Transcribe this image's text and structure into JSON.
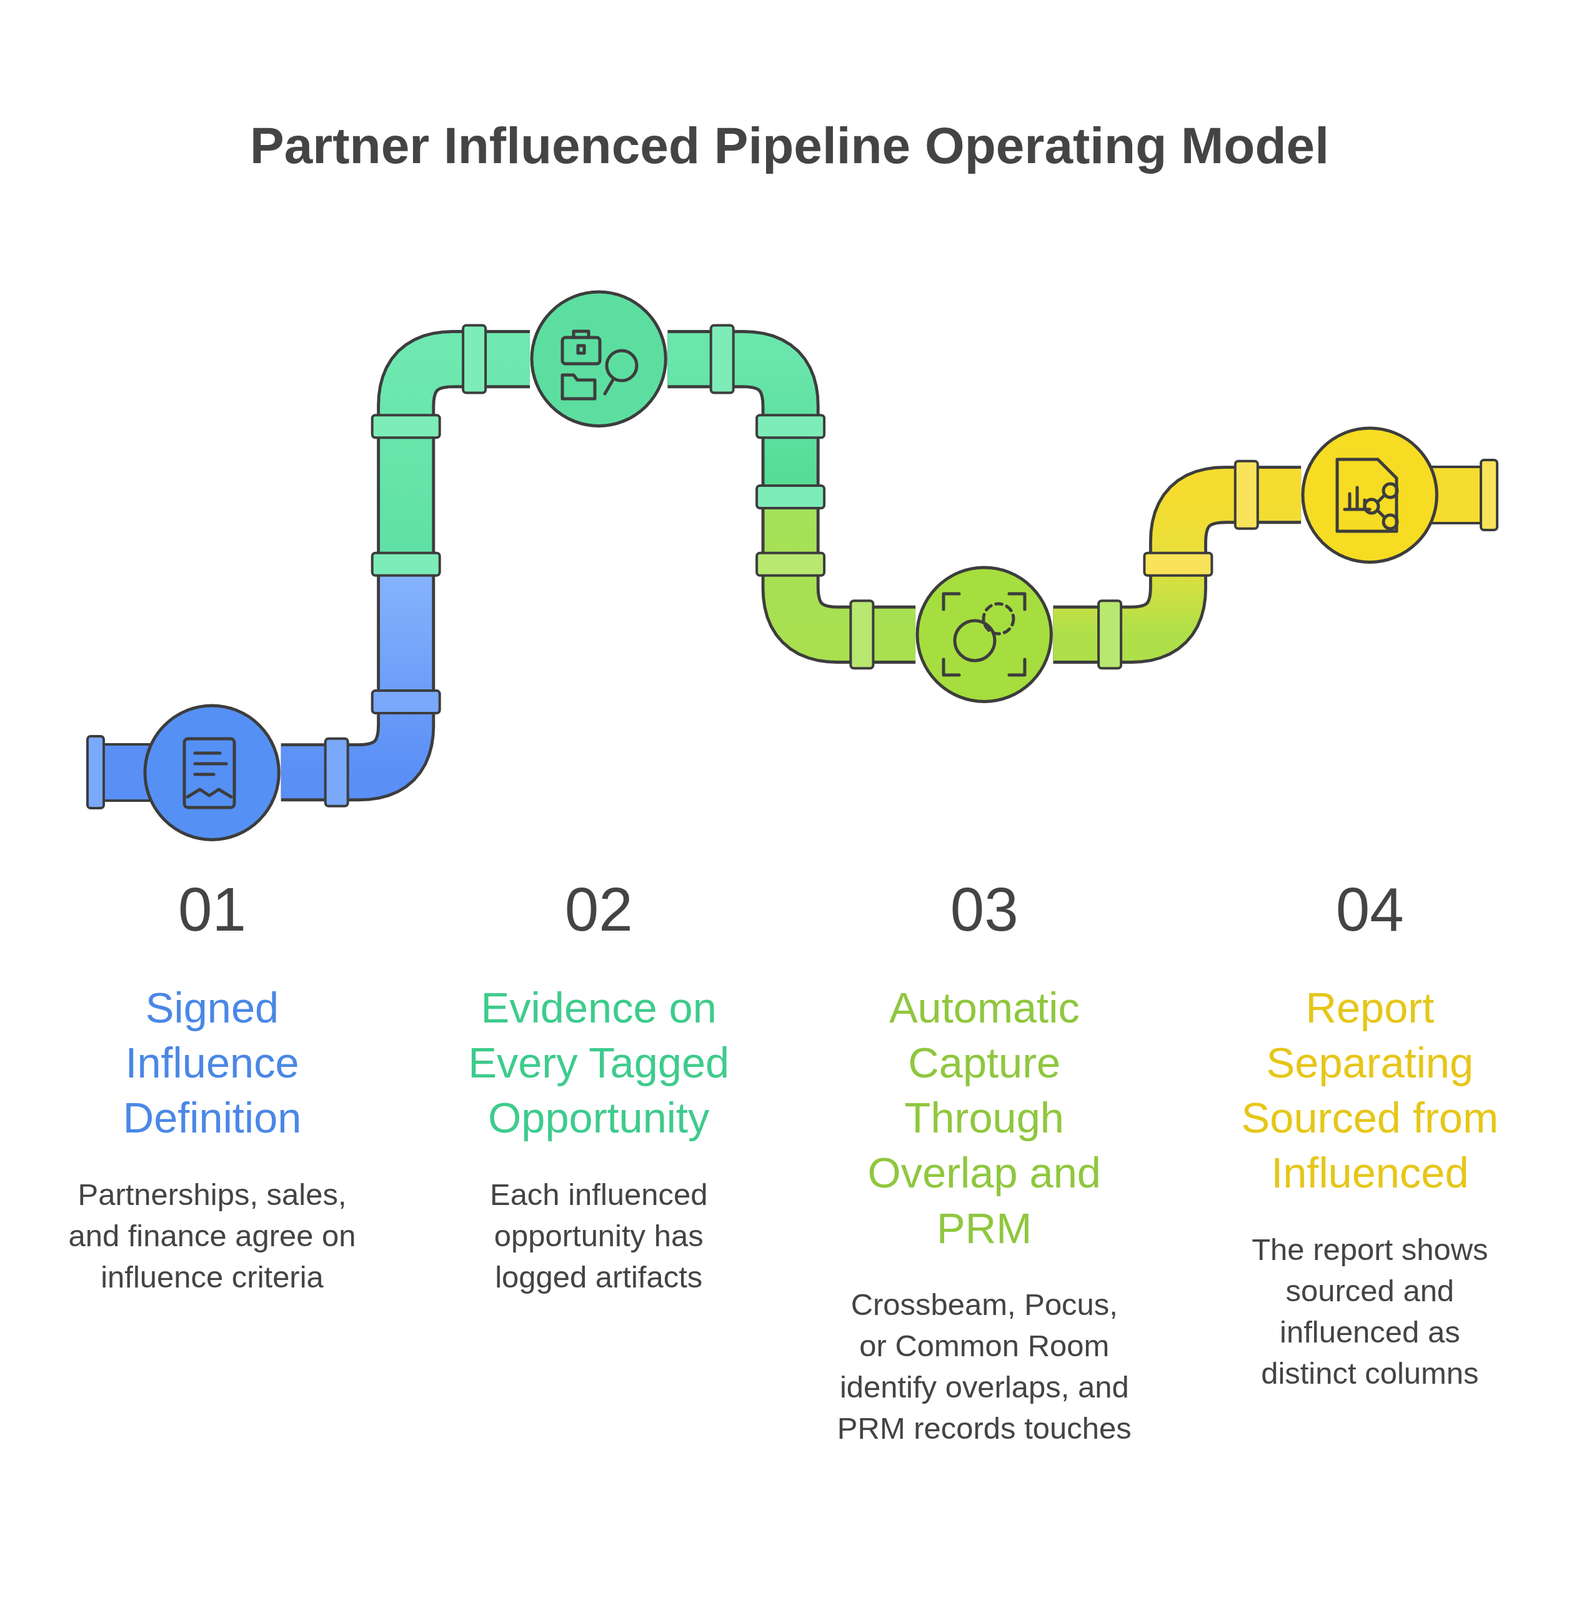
{
  "diagram": {
    "title": "Partner Influenced Pipeline Operating Model",
    "nodes": [
      {
        "text": [
          "01",
          "Signed Influence Definition",
          "Partnerships, sales, and finance agree on influence criteria"
        ]
      },
      {
        "text": [
          "02",
          "Evidence on Every Tagged Opportunity",
          "Each influenced opportunity has logged artifacts"
        ]
      },
      {
        "text": [
          "03",
          "Automatic Capture Through Overlap and PRM",
          "Crossbeam, Pocus, or Common Room identify overlaps, and PRM records touches"
        ]
      },
      {
        "text": [
          "04",
          "Report Separating Sourced from Influenced",
          "The report shows sourced and influenced as distinct columns"
        ]
      }
    ],
    "edges": [
      {
        "from": 0,
        "to": 1,
        "arrow": "none"
      },
      {
        "from": 1,
        "to": 2,
        "arrow": "none"
      },
      {
        "from": 2,
        "to": 3,
        "arrow": "none"
      }
    ]
  }
}
